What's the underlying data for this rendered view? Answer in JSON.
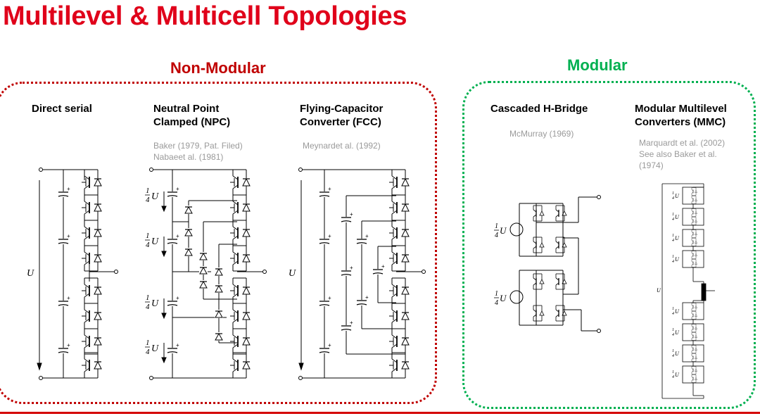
{
  "title": "Multilevel & Multicell Topologies",
  "groups": {
    "non_modular": "Non-Modular",
    "modular": "Modular"
  },
  "topologies": {
    "direct_serial": {
      "title": "Direct serial"
    },
    "npc": {
      "title_line1": "Neutral Point",
      "title_line2": "Clamped (NPC)",
      "ref_line1": "Baker (1979, Pat. Filed)",
      "ref_line2": "Nabaeet al. (1981)"
    },
    "fcc": {
      "title_line1": "Flying-Capacitor",
      "title_line2": "Converter (FCC)",
      "ref_line1": "Meynardet al. (1992)"
    },
    "chb": {
      "title": "Cascaded H-Bridge",
      "ref": "McMurray (1969)"
    },
    "mmc": {
      "title_line1": "Modular Multilevel",
      "title_line2": "Converters (MMC)",
      "ref_line1": "Marquardt et al. (2002)",
      "ref_line2": "See also Baker et al.",
      "ref_line3": "(1974)"
    }
  },
  "labels": {
    "voltage": "U",
    "quarter_voltage_num": "1",
    "quarter_voltage_den": "4",
    "mmc_voltage": "U"
  },
  "colors": {
    "title": "#e0001a",
    "non_modular": "#c00000",
    "modular": "#00b050",
    "reference": "#9a9a9a"
  }
}
